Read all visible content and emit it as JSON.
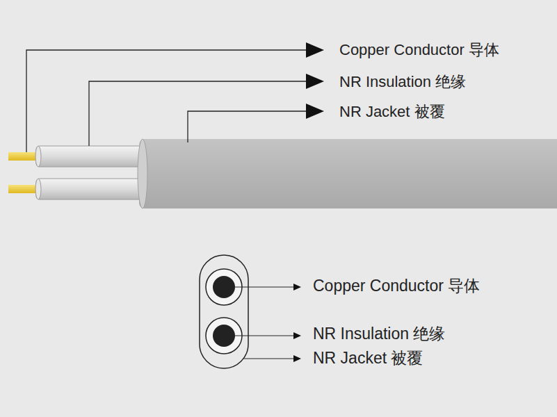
{
  "diagram": {
    "labels": [
      "Copper Conductor 导体",
      "NR Insulation 绝缘",
      "NR Jacket 被覆",
      "Copper Conductor 导体",
      "NR Insulation 绝缘",
      "NR Jacket 被覆"
    ]
  }
}
